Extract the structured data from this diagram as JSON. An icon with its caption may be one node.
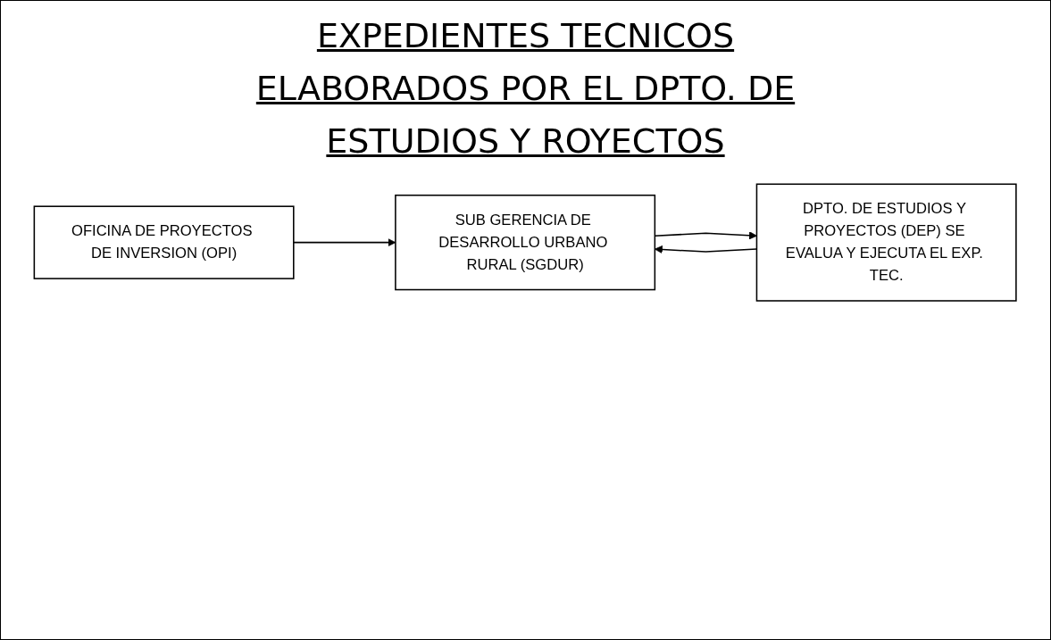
{
  "diagram": {
    "title": "EXPEDIENTES TECNICOS ELABORADOS POR EL DPTO. DE ESTUDIOS Y ROYECTOS",
    "nodes": [
      {
        "text": [
          "OFICINA DE PROYECTOS DE INVERSION (OPI)"
        ]
      },
      {
        "text": [
          "SUB GERENCIA DE DESARROLLO URBANO RURAL (SGDUR)"
        ]
      },
      {
        "text": [
          "DPTO. DE ESTUDIOS Y PROYECTOS (DEP) SE EVALUA Y EJECUTA EL EXP. TEC."
        ]
      }
    ],
    "edges": [
      {
        "from": 0,
        "to": 1,
        "arrow": "to"
      },
      {
        "from": 1,
        "to": 2,
        "arrow": "to"
      },
      {
        "from": 2,
        "to": 1,
        "arrow": "to"
      }
    ]
  }
}
